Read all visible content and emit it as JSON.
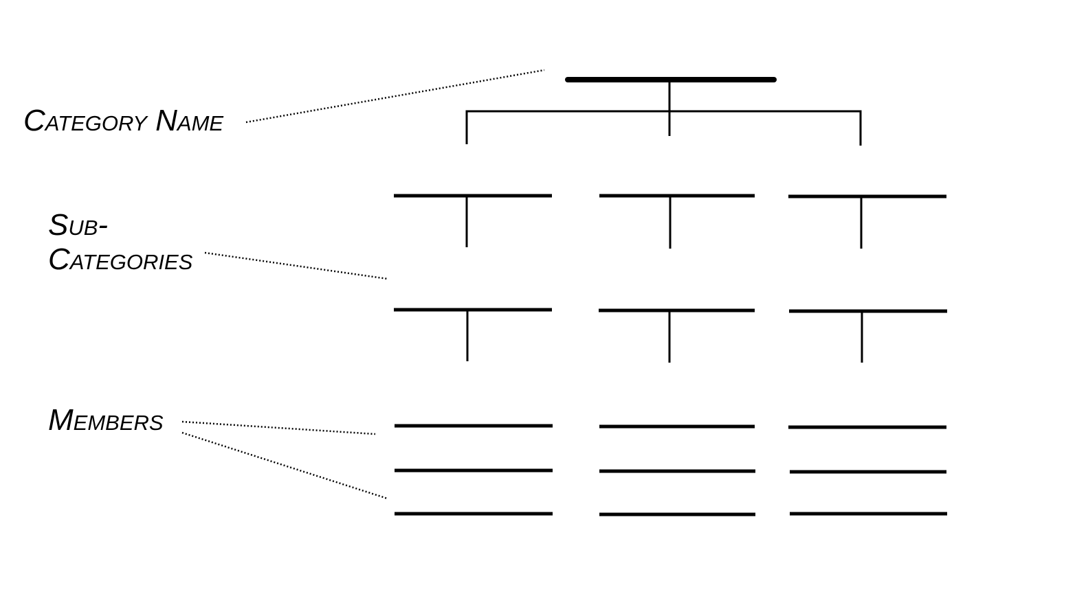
{
  "labels": {
    "category_name": "Category Name",
    "subcategories_line1": "Sub-",
    "subcategories_line2": "Categories",
    "members": "Members"
  },
  "colors": {
    "ink": "#000000",
    "background": "#ffffff"
  }
}
